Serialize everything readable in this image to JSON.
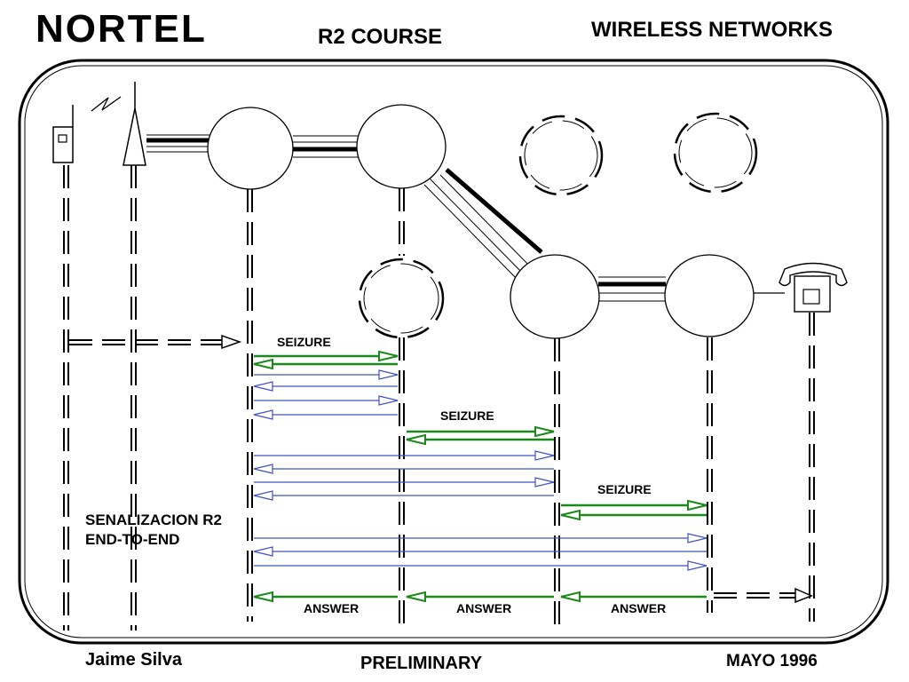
{
  "header": {
    "logo": "NORTEL",
    "course": "R2    COURSE",
    "right": "WIRELESS  NETWORKS"
  },
  "footer": {
    "author": "Jaime Silva",
    "status": "PRELIMINARY",
    "date": "MAYO  1996"
  },
  "diagram": {
    "signaling_label_line1": "SENALIZACION   R2",
    "signaling_label_line2": "END-TO-END",
    "labels": {
      "seizure_1": "SEIZURE",
      "seizure_2": "SEIZURE",
      "seizure_3": "SEIZURE",
      "answer_1": "ANSWER",
      "answer_2": "ANSWER",
      "answer_3": "ANSWER"
    },
    "colors": {
      "seizure": "#1a8a1a",
      "mfc": "#4050c0",
      "line": "#000000"
    }
  }
}
